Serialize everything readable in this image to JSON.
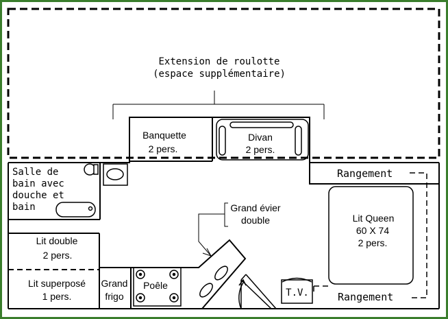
{
  "colors": {
    "frame": "#3a7d2c",
    "line": "#000000",
    "background": "#ffffff"
  },
  "extension": {
    "line1": "Extension de roulotte",
    "line2": "(espace supplémentaire)"
  },
  "rooms": {
    "banquette": {
      "line1": "Banquette",
      "line2": "2 pers."
    },
    "divan": {
      "line1": "Divan",
      "line2": "2 pers."
    },
    "salle_de_bain": {
      "line1": "Salle de",
      "line2": "bain avec",
      "line3": "douche et",
      "line4": "bain"
    },
    "lit_double": {
      "line1": "Lit double",
      "line2": "2 pers."
    },
    "lit_superpose": {
      "line1": "Lit superposé",
      "line2": "1 pers."
    },
    "grand_frigo": {
      "line1": "Grand",
      "line2": "frigo"
    },
    "poele": {
      "label": "Poêle"
    },
    "grand_evier": {
      "line1": "Grand évier",
      "line2": "double"
    },
    "lit_queen": {
      "line1": "Lit Queen",
      "line2": "60 X 74",
      "line3": "2 pers."
    },
    "rangement_top": {
      "label": "Rangement"
    },
    "rangement_bottom": {
      "label": "Rangement"
    },
    "tv": {
      "label": "T.V."
    }
  }
}
